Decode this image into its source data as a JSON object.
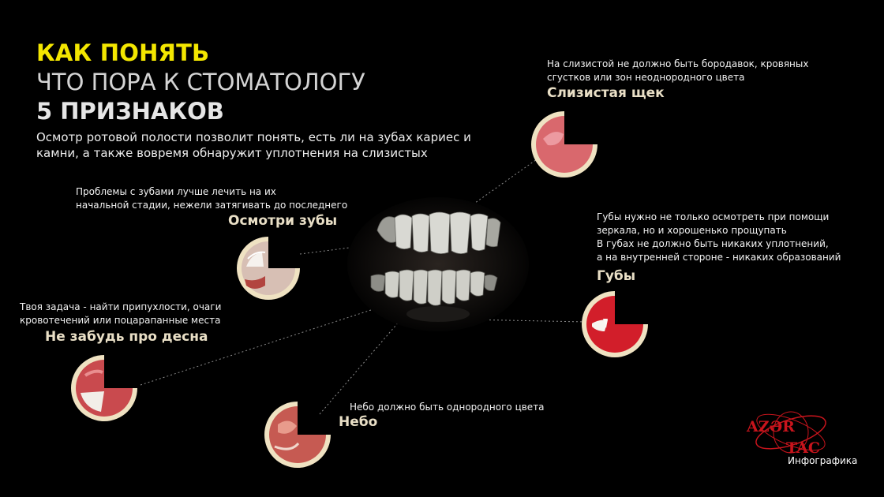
{
  "headline": {
    "line1": "КАК ПОНЯТЬ",
    "line2": "ЧТО ПОРА К СТОМАТОЛОГУ",
    "line3": "5 ПРИЗНАКОВ",
    "intro": "Осмотр ротовой полости позволит понять, есть ли на зубах кариес и камни, а также вовремя обнаружит уплотнения на слизистых"
  },
  "callouts": {
    "teeth": {
      "title": "Осмотри зубы",
      "text": "Проблемы с зубами лучше лечить на их\nначальной стадии, нежели затягивать до последнего"
    },
    "gums": {
      "title": "Не забудь про десна",
      "text": "Твоя задача - найти припухлости, очаги\nкровотечений или поцарапанные места"
    },
    "palate": {
      "title": "Небо",
      "text": "Небо должно быть однородного цвета"
    },
    "cheek": {
      "title": "Слизистая щек",
      "text": "На слизистой не должно быть бородавок, кровяных\nсгустков или зон неоднородного цвета"
    },
    "lips": {
      "title": "Губы",
      "text": "Губы нужно не только осмотреть при помощи\nзеркала, но и хорошенько прощупать\nВ губах не должно быть никаких уплотнений,\nа на внутренней стороне - никаких образований"
    }
  },
  "logo": {
    "top": "AZƏR",
    "bottom": "TAC",
    "caption": "Инфографика"
  },
  "colors": {
    "accent_yellow": "#f3e600",
    "title_beige": "#e9dfc6",
    "logo_red": "#c8141c",
    "ring": "#efe2c2"
  }
}
